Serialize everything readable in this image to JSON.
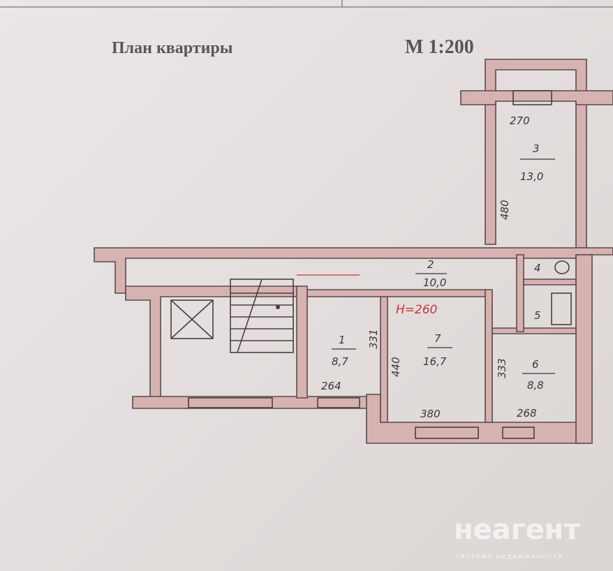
{
  "header": {
    "title": "План квартиры",
    "scale": "М 1:200"
  },
  "height_note": "H=260",
  "rooms": [
    {
      "number": "1",
      "area": "8,7",
      "width": "264",
      "length": "331"
    },
    {
      "number": "2",
      "area": "10,0"
    },
    {
      "number": "3",
      "area": "13,0",
      "width": "270",
      "length": "480"
    },
    {
      "number": "4"
    },
    {
      "number": "5"
    },
    {
      "number": "6",
      "area": "8,8",
      "width": "268",
      "length": "333"
    },
    {
      "number": "7",
      "area": "16,7",
      "width": "380",
      "length": "440"
    }
  ],
  "watermark": {
    "brand": "неагент",
    "tagline": "система недвижимости"
  },
  "colors": {
    "wall": "#d6b3b1",
    "line": "#4a3e3f",
    "red_note": "#c0393a"
  }
}
